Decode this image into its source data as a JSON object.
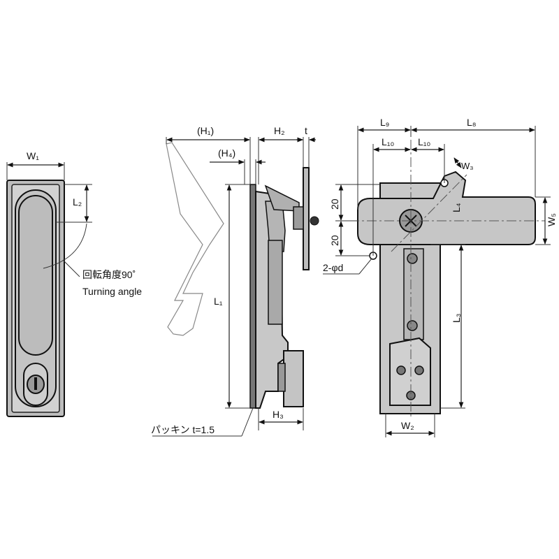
{
  "labels": {
    "w1": "W₁",
    "l2": "L₂",
    "turning_angle_jp": "回転角度90˚",
    "turning_angle_en": "Turning angle",
    "h1": "(H₁)",
    "h2": "H₂",
    "t": "t",
    "h4": "(H₄)",
    "l1": "L₁",
    "packing": "パッキン t=1.5",
    "h3": "H₃",
    "l9": "L₉",
    "l8": "L₈",
    "l10_left": "L₁₀",
    "l10_right": "L₁₀",
    "w3": "W₃",
    "dim_20_top": "20",
    "dim_20_bottom": "20",
    "l4": "L₄",
    "w5": "W₅",
    "hole": "2-φd",
    "l3": "L₃",
    "w2": "W₂"
  },
  "colors": {
    "body_fill": "#c9c9c9",
    "body_dark": "#a9a9a9",
    "line": "#111111"
  }
}
